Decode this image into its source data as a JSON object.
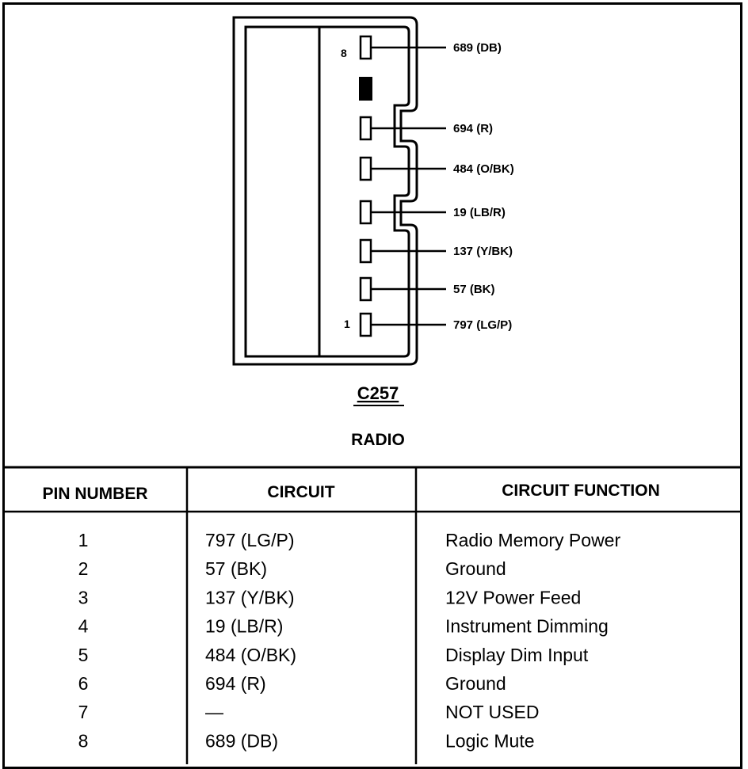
{
  "connector": {
    "name": "C257",
    "description": "RADIO",
    "first_pin_label": "1",
    "last_pin_label": "8",
    "pins": [
      {
        "pin": 8,
        "wire": "689 (DB)"
      },
      {
        "pin": 7,
        "wire": ""
      },
      {
        "pin": 6,
        "wire": "694 (R)"
      },
      {
        "pin": 5,
        "wire": "484 (O/BK)"
      },
      {
        "pin": 4,
        "wire": "19 (LB/R)"
      },
      {
        "pin": 3,
        "wire": "137 (Y/BK)"
      },
      {
        "pin": 2,
        "wire": "57 (BK)"
      },
      {
        "pin": 1,
        "wire": "797 (LG/P)"
      }
    ]
  },
  "table": {
    "headers": [
      "PIN NUMBER",
      "CIRCUIT",
      "CIRCUIT FUNCTION"
    ],
    "rows": [
      [
        "1",
        "797 (LG/P)",
        "Radio Memory Power"
      ],
      [
        "2",
        "57 (BK)",
        "Ground"
      ],
      [
        "3",
        "137 (Y/BK)",
        "12V Power Feed"
      ],
      [
        "4",
        "19 (LB/R)",
        "Instrument Dimming"
      ],
      [
        "5",
        "484 (O/BK)",
        "Display Dim Input"
      ],
      [
        "6",
        "694 (R)",
        "Ground"
      ],
      [
        "7",
        "—",
        "NOT USED"
      ],
      [
        "8",
        "689 (DB)",
        "Logic Mute"
      ]
    ]
  }
}
